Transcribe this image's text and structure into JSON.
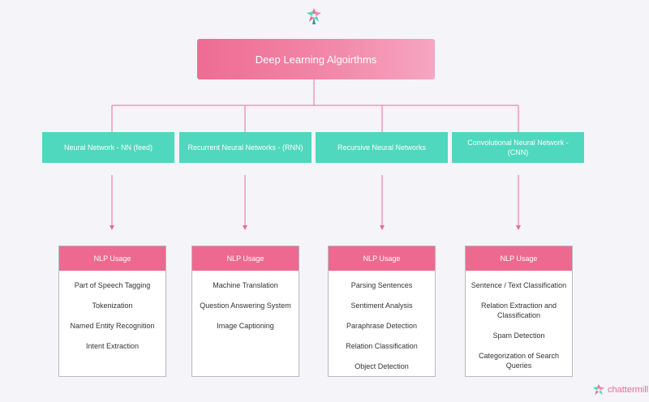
{
  "title": "Deep Learning Algoirthms",
  "categories": [
    {
      "label": "Neural Network - NN (feed)"
    },
    {
      "label": "Recurrent Neural Networks - (RNN)"
    },
    {
      "label": "Recursive Neural Networks"
    },
    {
      "label": "Convolutional Neural Network - (CNN)"
    }
  ],
  "cards": [
    {
      "heading": "NLP Usage",
      "items": [
        "Part of Speech Tagging",
        "Tokenization",
        "Named Entity Recognition",
        "Intent Extraction"
      ]
    },
    {
      "heading": "NLP Usage",
      "items": [
        "Machine Translation",
        "Question Answering System",
        "Image Captioning"
      ]
    },
    {
      "heading": "NLP Usage",
      "items": [
        "Parsing Sentences",
        "Sentiment Analysis",
        "Paraphrase Detection",
        "Relation Classification",
        "Object Detection"
      ]
    },
    {
      "heading": "NLP Usage",
      "items": [
        "Sentence / Text Classification",
        "Relation Extraction and Classification",
        "Spam Detection",
        "Categorization of Search Queries"
      ]
    }
  ],
  "brand": {
    "name": "chattermill",
    "logo": "chattermill-logo-icon"
  },
  "colors": {
    "pink": "#ee6990",
    "teal": "#4fd8bd",
    "line": "#ef6b93"
  }
}
